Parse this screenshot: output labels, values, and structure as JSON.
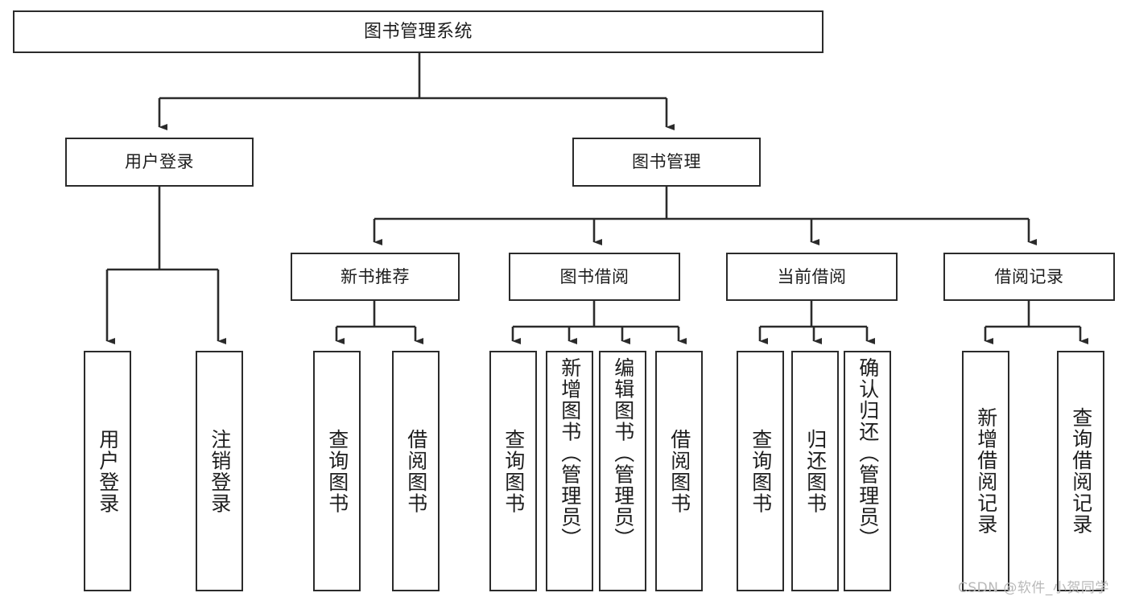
{
  "diagram": {
    "title": "图书管理系统",
    "type": "tree-hierarchy",
    "orientation": "top-down",
    "colors": {
      "box_border": "#2b2b2b",
      "box_fill": "#ffffff",
      "edge": "#2b2b2b",
      "text": "#1d1d1d",
      "watermark": "#b9b9b9",
      "background": "#ffffff"
    },
    "watermark": "CSDN @软件_小贺同学",
    "nodes": {
      "root": {
        "label": "图书管理系统"
      },
      "level1": [
        {
          "label": "用户登录"
        },
        {
          "label": "图书管理"
        }
      ],
      "level2": [
        {
          "label": "新书推荐"
        },
        {
          "label": "图书借阅"
        },
        {
          "label": "当前借阅"
        },
        {
          "label": "借阅记录"
        }
      ],
      "leaves": {
        "user_login": [
          {
            "label": "用户登录"
          },
          {
            "label": "注销登录"
          }
        ],
        "new_book_recommend": [
          {
            "label": "查询图书"
          },
          {
            "label": "借阅图书"
          }
        ],
        "book_borrow": [
          {
            "label": "查询图书"
          },
          {
            "label": "新增图书（管理员）"
          },
          {
            "label": "编辑图书（管理员）"
          },
          {
            "label": "借阅图书"
          }
        ],
        "current_borrow": [
          {
            "label": "查询图书"
          },
          {
            "label": "归还图书"
          },
          {
            "label": "确认归还（管理员）"
          }
        ],
        "borrow_record": [
          {
            "label": "新增借阅记录"
          },
          {
            "label": "查询借阅记录"
          }
        ]
      }
    }
  }
}
